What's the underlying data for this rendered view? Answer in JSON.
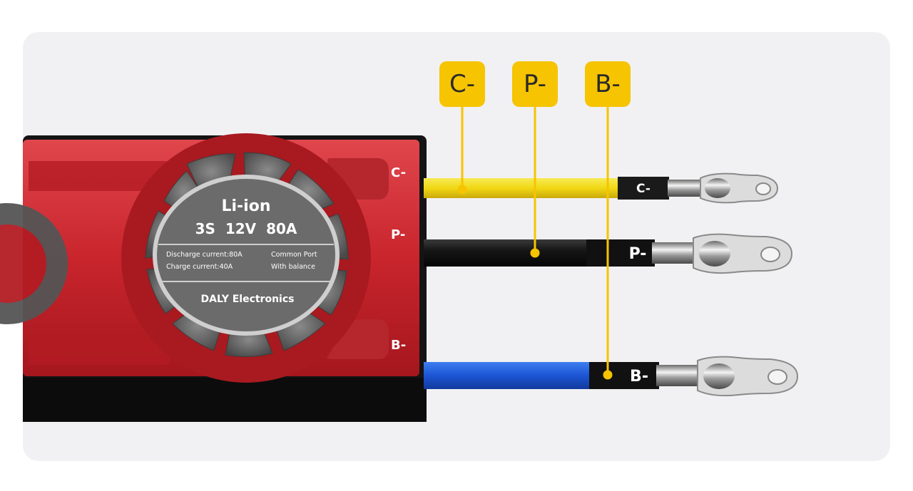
{
  "product": {
    "chemistry": "Li-ion",
    "spec": "3S  12V  80A",
    "discharge_current": "Discharge current:80A",
    "charge_current": "Charge current:40A",
    "port_type": "Common Port",
    "balance": "With balance",
    "brand": "DALY Electronics"
  },
  "board_labels": {
    "c": "C-",
    "p": "P-",
    "b": "B-"
  },
  "sleeve_labels": {
    "c": "C-",
    "p": "P-",
    "b": "B-"
  },
  "callouts": {
    "c": "C-",
    "p": "P-",
    "b": "B-"
  },
  "colors": {
    "callout": "#f6c400",
    "wire_c": "#f2dc1a",
    "wire_p": "#1c1c1c",
    "wire_b": "#1e57d6",
    "bms_body": "#c8242c"
  }
}
